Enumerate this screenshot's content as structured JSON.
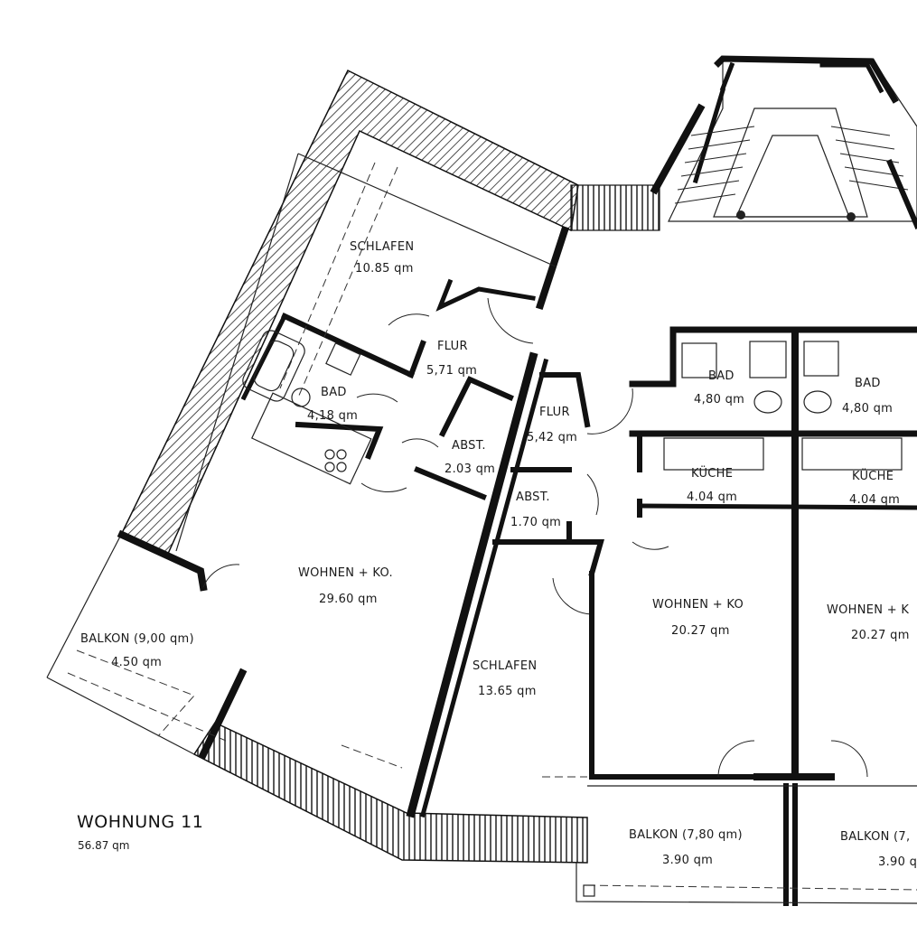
{
  "plan": {
    "title": "WOHNUNG 11",
    "total_area": "56.87 qm",
    "rooms": [
      {
        "name": "SCHLAFEN",
        "area": "10.85 qm"
      },
      {
        "name": "FLUR",
        "area": "5,71 qm"
      },
      {
        "name": "BAD",
        "area": "4,18 qm"
      },
      {
        "name": "ABST.",
        "area": "2.03 qm"
      },
      {
        "name": "FLUR",
        "area": "5,42 qm"
      },
      {
        "name": "ABST.",
        "area": "1.70 qm"
      },
      {
        "name": "WOHNEN + KO.",
        "area": "29.60 qm"
      },
      {
        "name": "BALKON (9,00 qm)",
        "area": "4.50 qm"
      },
      {
        "name": "SCHLAFEN",
        "area": "13.65 qm"
      },
      {
        "name": "BAD",
        "area": "4,80 qm"
      },
      {
        "name": "BAD",
        "area": "4,80 qm"
      },
      {
        "name": "KÜCHE",
        "area": "4.04 qm"
      },
      {
        "name": "KÜCHE",
        "area": "4.04 qm"
      },
      {
        "name": "WOHNEN + KO",
        "area": "20.27 qm"
      },
      {
        "name": "WOHNEN + K",
        "area": "20.27 qm"
      },
      {
        "name": "BALKON (7,80 qm)",
        "area": "3.90 qm"
      },
      {
        "name": "BALKON (7,",
        "area": "3.90 q"
      }
    ]
  }
}
